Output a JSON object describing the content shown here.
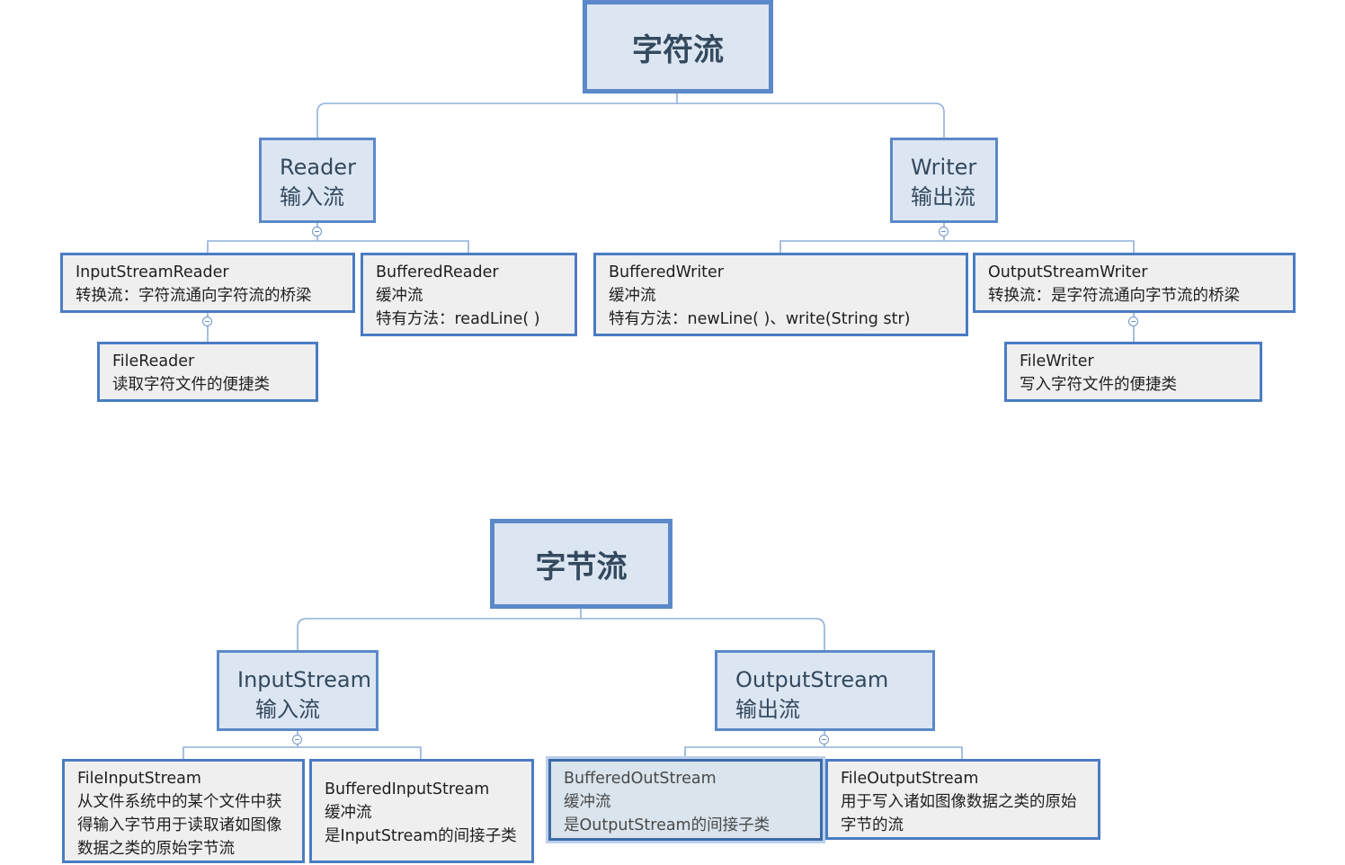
{
  "char_stream": {
    "root": "字符流",
    "reader": {
      "name": "Reader",
      "desc": "输入流"
    },
    "writer": {
      "name": "Writer",
      "desc": "输出流"
    },
    "input_stream_reader": {
      "name": "InputStreamReader",
      "desc": "转换流：字符流通向字符流的桥梁"
    },
    "buffered_reader": {
      "name": "BufferedReader",
      "desc": "缓冲流",
      "extra": "特有方法：readLine( )"
    },
    "file_reader": {
      "name": "FileReader",
      "desc": "读取字符文件的便捷类"
    },
    "buffered_writer": {
      "name": "BufferedWriter",
      "desc": "缓冲流",
      "extra": "特有方法：newLine( )、write(String str)"
    },
    "output_stream_writer": {
      "name": "OutputStreamWriter",
      "desc": "转换流：是字符流通向字节流的桥梁"
    },
    "file_writer": {
      "name": "FileWriter",
      "desc": "写入字符文件的便捷类"
    }
  },
  "byte_stream": {
    "root": "字节流",
    "input_stream": {
      "name": "InputStream",
      "desc": "输入流"
    },
    "output_stream": {
      "name": "OutputStream",
      "desc": "输出流"
    },
    "file_input_stream": {
      "name": "FileInputStream",
      "desc": [
        "从文件系统中的某个文件中获",
        "得输入字节用于读取诸如图像",
        "数据之类的原始字节流"
      ]
    },
    "buffered_input_stream": {
      "name": "BufferedInputStream",
      "desc": "缓冲流",
      "extra": "是InputStream的间接子类"
    },
    "buffered_out_stream": {
      "name": "BufferedOutStream",
      "desc": "缓冲流",
      "extra": "是OutputStream的间接子类"
    },
    "file_output_stream": {
      "name": "FileOutputStream",
      "desc": [
        "用于写入诸如图像数据之类的原始",
        "字节的流"
      ]
    }
  },
  "colors": {
    "node_fill": "#dce6f2",
    "node_border": "#5b89c9",
    "leaf_fill": "#efefef",
    "connector": "#8fb0d9"
  },
  "icons": {
    "collapse_toggle": "collapse-toggle-icon"
  }
}
